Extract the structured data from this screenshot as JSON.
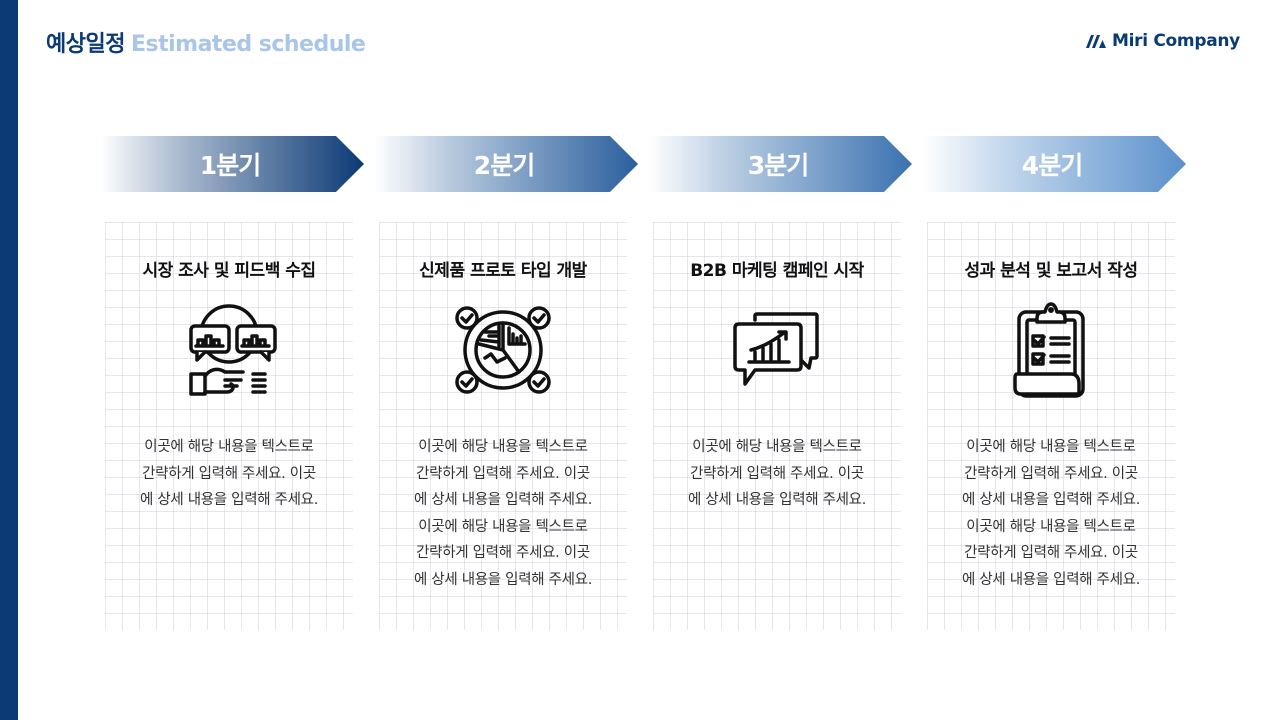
{
  "header": {
    "title_ko": "예상일정",
    "title_en": "Estimated schedule",
    "logo_text": "Miri Company"
  },
  "colors": {
    "brand": "#0b3a75",
    "title_en": "#a9c6e8",
    "arrow_ends": [
      "#0b3a75",
      "#2a5f9d",
      "#3a72b0",
      "#5a90cc"
    ]
  },
  "quarters": [
    {
      "label": "1분기",
      "title": "시장 조사 및 피드백 수집",
      "icon": "feedback-survey-icon",
      "lines": [
        "이곳에 해당 내용을 텍스트로",
        "간략하게 입력해 주세요. 이곳",
        "에 상세 내용을 입력해 주세요."
      ]
    },
    {
      "label": "2분기",
      "title": "신제품 프로토 타입 개발",
      "icon": "pie-chart-check-icon",
      "lines": [
        "이곳에 해당 내용을 텍스트로",
        "간략하게 입력해 주세요. 이곳",
        "에 상세 내용을 입력해 주세요.",
        "이곳에 해당 내용을 텍스트로",
        "간략하게 입력해 주세요. 이곳",
        "에 상세 내용을 입력해 주세요."
      ]
    },
    {
      "label": "3분기",
      "title": "B2B 마케팅 캠페인 시작",
      "icon": "chat-growth-chart-icon",
      "lines": [
        "이곳에 해당 내용을 텍스트로",
        "간략하게 입력해 주세요. 이곳",
        "에 상세 내용을 입력해 주세요."
      ]
    },
    {
      "label": "4분기",
      "title": "성과 분석 및 보고서 작성",
      "icon": "clipboard-checklist-icon",
      "lines": [
        "이곳에 해당 내용을 텍스트로",
        "간략하게 입력해 주세요. 이곳",
        "에 상세 내용을 입력해 주세요.",
        "이곳에 해당 내용을 텍스트로",
        "간략하게 입력해 주세요. 이곳",
        "에 상세 내용을 입력해 주세요."
      ]
    }
  ]
}
